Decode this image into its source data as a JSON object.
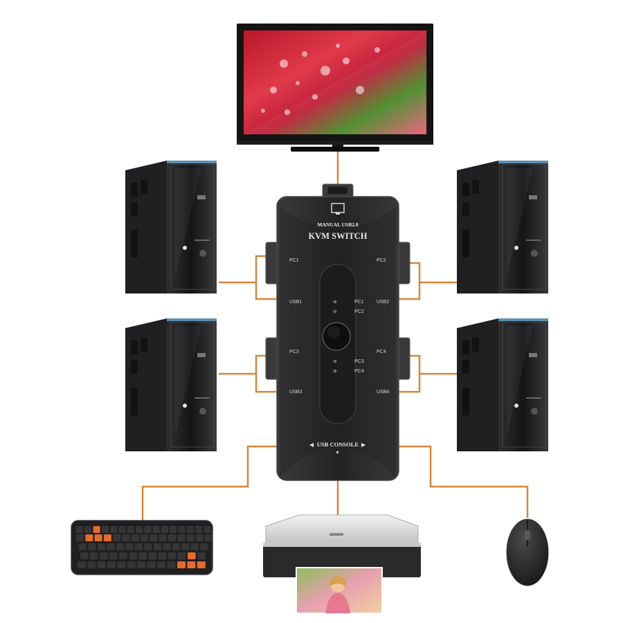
{
  "switch": {
    "model_line": "MANUAL USB2.0",
    "title": "KVM SWITCH",
    "console_label": "USB CONSOLE",
    "ports_left": [
      "PC1",
      "USB1",
      "PC3",
      "USB3"
    ],
    "ports_right": [
      "PC2",
      "USB2",
      "PC4",
      "USB4"
    ],
    "led_labels": [
      "PC1",
      "PC2",
      "PC3",
      "PC4"
    ]
  },
  "colors": {
    "cable": "#d8843a",
    "device_dark": "#2a2a2c",
    "switch_body": "#2c2c2e",
    "tower_body": "#1c1c1e",
    "key_orange": "#e86a2a"
  },
  "icons": {
    "monitor": "monitor-icon",
    "computer": "pc-tower-icon",
    "keyboard": "keyboard-icon",
    "mouse": "mouse-icon",
    "printer": "printer-icon",
    "button": "select-button-icon"
  }
}
